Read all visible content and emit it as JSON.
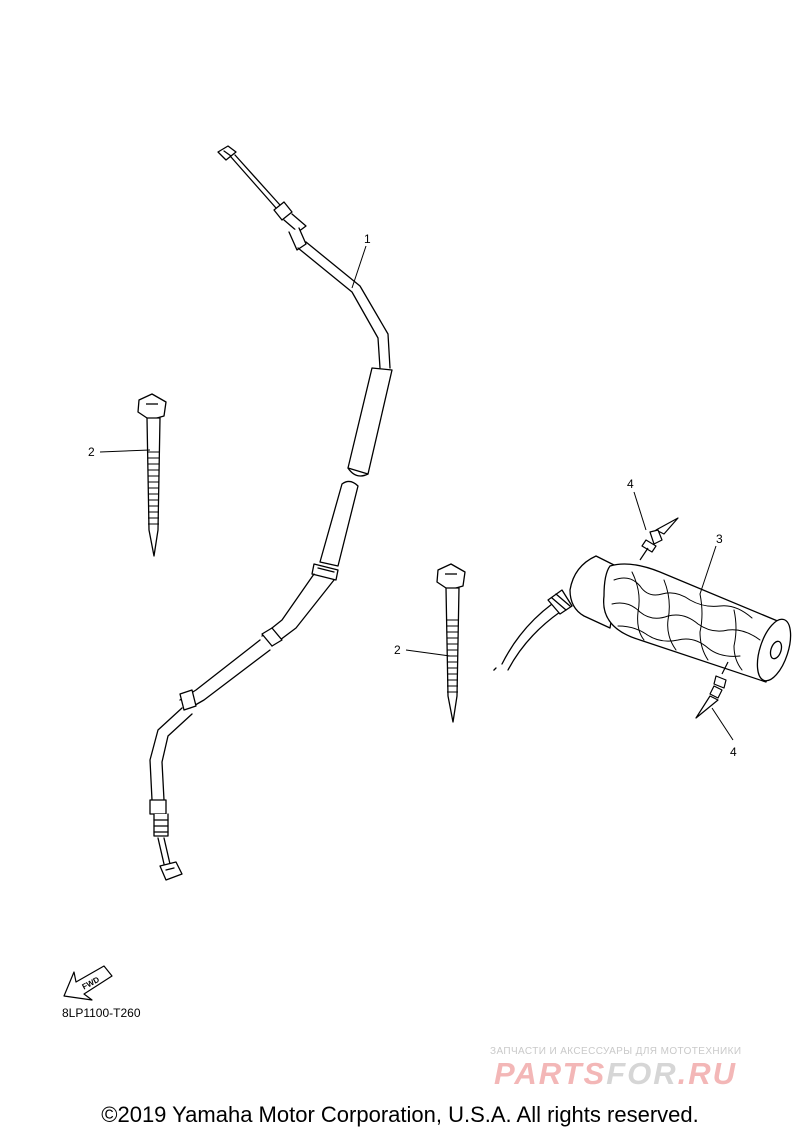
{
  "callouts": {
    "cable": "1",
    "tie_left": "2",
    "tie_right": "2",
    "grip": "3",
    "rivet_top": "4",
    "rivet_bottom": "4"
  },
  "fwd_label": "FWD",
  "diagram_code": "8LP1100-T260",
  "watermark": {
    "tagline": "ЗАПЧАСТИ И АКСЕССУАРЫ ДЛЯ МОТОТЕХНИКИ",
    "logo_part1": "PARTS",
    "logo_part2": "FOR",
    "logo_part3": ".RU"
  },
  "copyright": "©2019 Yamaha Motor Corporation, U.S.A. All rights reserved.",
  "colors": {
    "line": "#000000",
    "background": "#ffffff",
    "watermark_red": "#f3b7b7",
    "watermark_gray": "#d6d6d6"
  }
}
